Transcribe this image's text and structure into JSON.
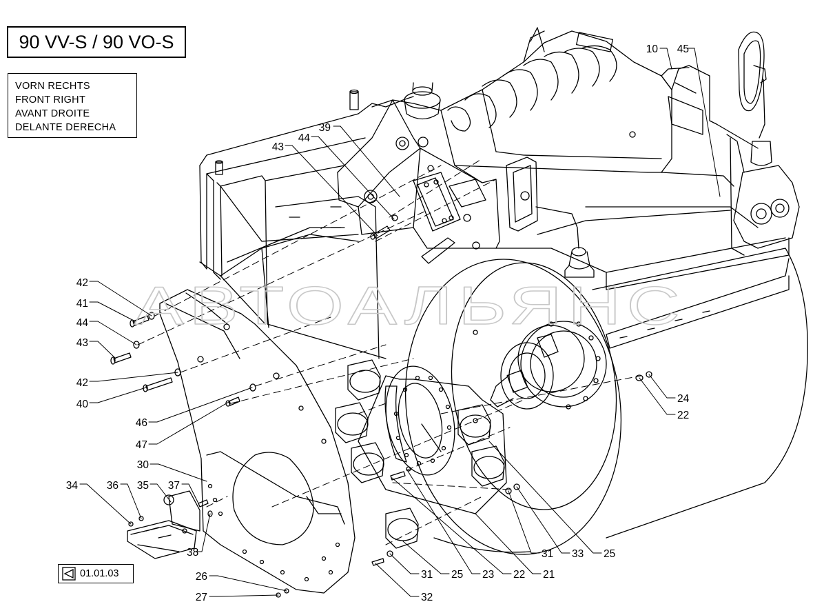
{
  "header": {
    "model": "90 VV-S / 90 VO-S"
  },
  "orientation": {
    "lines": [
      "VORN RECHTS",
      "FRONT RIGHT",
      "AVANT DROITE",
      "DELANTE DERECHA"
    ]
  },
  "reference": {
    "code": "01.01.03",
    "icon": "triangle-pointer-icon"
  },
  "watermark": "АВТОАЛЬЯНС",
  "callouts": [
    {
      "n": "10"
    },
    {
      "n": "45"
    },
    {
      "n": "39"
    },
    {
      "n": "44"
    },
    {
      "n": "43"
    },
    {
      "n": "42"
    },
    {
      "n": "41"
    },
    {
      "n": "44"
    },
    {
      "n": "43"
    },
    {
      "n": "42"
    },
    {
      "n": "40"
    },
    {
      "n": "46"
    },
    {
      "n": "47"
    },
    {
      "n": "30"
    },
    {
      "n": "34"
    },
    {
      "n": "36"
    },
    {
      "n": "35"
    },
    {
      "n": "37"
    },
    {
      "n": "38"
    },
    {
      "n": "26"
    },
    {
      "n": "27"
    },
    {
      "n": "32"
    },
    {
      "n": "31"
    },
    {
      "n": "25"
    },
    {
      "n": "23"
    },
    {
      "n": "22"
    },
    {
      "n": "21"
    },
    {
      "n": "31"
    },
    {
      "n": "33"
    },
    {
      "n": "25"
    },
    {
      "n": "24"
    },
    {
      "n": "22"
    }
  ]
}
